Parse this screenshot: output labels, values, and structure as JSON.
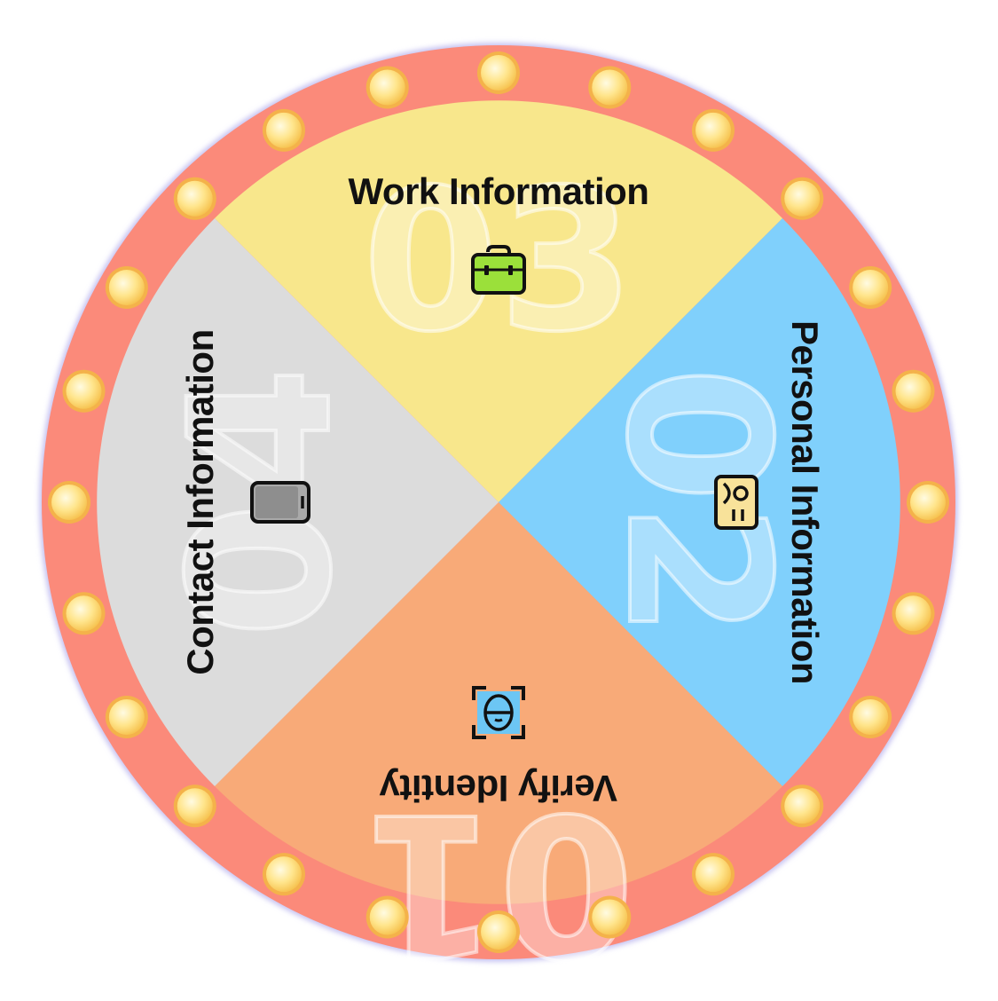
{
  "wheel": {
    "segments": [
      {
        "id": "work",
        "title": "Work Information",
        "number": "03",
        "color": "#F8E78C",
        "icon": "briefcase-icon"
      },
      {
        "id": "personal",
        "title": "Personal Information",
        "number": "02",
        "color": "#80D0FC",
        "icon": "id-card-icon"
      },
      {
        "id": "verify",
        "title": "Verify Identity",
        "number": "01",
        "color": "#F8AA78",
        "icon": "face-scan-icon"
      },
      {
        "id": "contact",
        "title": "Contact Information",
        "number": "04",
        "color": "#DCDCDC",
        "icon": "phone-icon"
      }
    ],
    "rim_color": "#FB8A7A",
    "bulb_color": "#FFE38A",
    "bulb_count": 24
  }
}
